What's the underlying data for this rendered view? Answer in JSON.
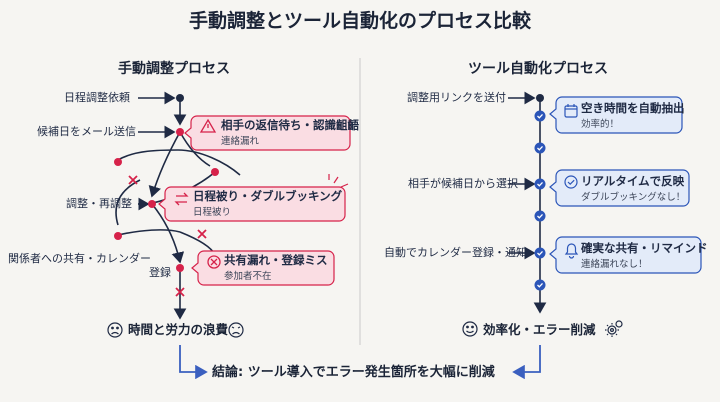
{
  "title": "手動調整とツール自動化のプロセス比較",
  "left": {
    "heading": "手動調整プロセス",
    "steps": [
      "日程調整依頼",
      "候補日をメール送信",
      "調整・再調整",
      "関係者への共有・カレンダー",
      "登録"
    ],
    "issues": [
      {
        "icon": "warning-icon",
        "title": "相手の返信待ち・認識齟齬",
        "sub": "連絡漏れ"
      },
      {
        "icon": "swap-arrows-icon",
        "title": "日程被り・ダブルブッキング",
        "sub": "日程被り"
      },
      {
        "icon": "x-circle-icon",
        "title": "共有漏れ・登録ミス",
        "sub": "参加者不在"
      }
    ],
    "result": "時間と労力の浪費"
  },
  "right": {
    "heading": "ツール自動化プロセス",
    "steps": [
      "調整用リンクを送付",
      "相手が候補日から選択",
      "自動でカレンダー登録・通知"
    ],
    "benefits": [
      {
        "icon": "calendar-icon",
        "title": "空き時間を自動抽出",
        "sub": "効率的！"
      },
      {
        "icon": "check-circle-icon",
        "title": "リアルタイムで反映",
        "sub": "ダブルブッキングなし！"
      },
      {
        "icon": "bell-icon",
        "title": "確実な共有・リマインド",
        "sub": "連絡漏れなし！"
      }
    ],
    "result": "効率化・エラー削減"
  },
  "conclusion": "結論: ツール導入でエラー発生箇所を大幅に削減",
  "colors": {
    "navy": "#1f2a44",
    "problem_red": "#d6224a",
    "problem_fill": "#fadde3",
    "success_blue": "#2b55b8",
    "success_fill": "#e3ebf9",
    "arrow_blue": "#3a5fbf"
  }
}
